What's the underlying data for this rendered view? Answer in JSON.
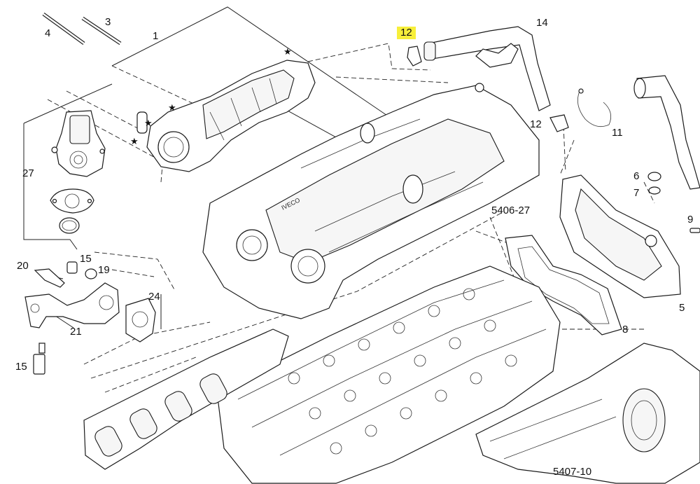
{
  "callouts": [
    {
      "id": "c1",
      "text": "1"
    },
    {
      "id": "c3",
      "text": "3"
    },
    {
      "id": "c4",
      "text": "4"
    },
    {
      "id": "c5",
      "text": "5"
    },
    {
      "id": "c6",
      "text": "6"
    },
    {
      "id": "c7",
      "text": "7"
    },
    {
      "id": "c8",
      "text": "8"
    },
    {
      "id": "c9",
      "text": "9"
    },
    {
      "id": "c11",
      "text": "11"
    },
    {
      "id": "c12a",
      "text": "12"
    },
    {
      "id": "c12b",
      "text": "12"
    },
    {
      "id": "c14",
      "text": "14"
    },
    {
      "id": "c15a",
      "text": "15"
    },
    {
      "id": "c15b",
      "text": "15"
    },
    {
      "id": "c19",
      "text": "19"
    },
    {
      "id": "c20",
      "text": "20"
    },
    {
      "id": "c21",
      "text": "21"
    },
    {
      "id": "c24",
      "text": "24"
    },
    {
      "id": "c27",
      "text": "27"
    }
  ],
  "part_refs": {
    "top": "5406-27",
    "bottom": "5407-10"
  },
  "highlight_color": "#f7ef3a",
  "engine_marking": "IVECO",
  "star_glyph": "★"
}
